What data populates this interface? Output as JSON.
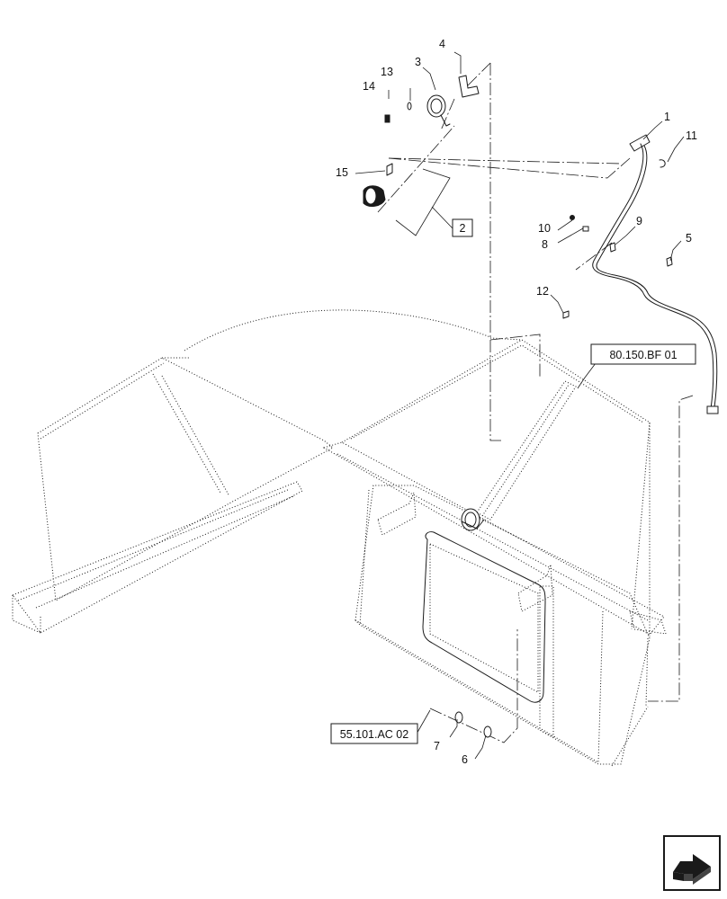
{
  "callouts": {
    "c1": "1",
    "c2": "2",
    "c3": "3",
    "c4": "4",
    "c5": "5",
    "c6": "6",
    "c7": "7",
    "c8": "8",
    "c9": "9",
    "c10": "10",
    "c11": "11",
    "c12": "12",
    "c13": "13",
    "c14": "14",
    "c15": "15"
  },
  "references": {
    "ref_top": "80.150.BF 01",
    "ref_bottom": "55.101.AC 02"
  },
  "icons": {
    "nav": "next-page-arrow-icon"
  }
}
